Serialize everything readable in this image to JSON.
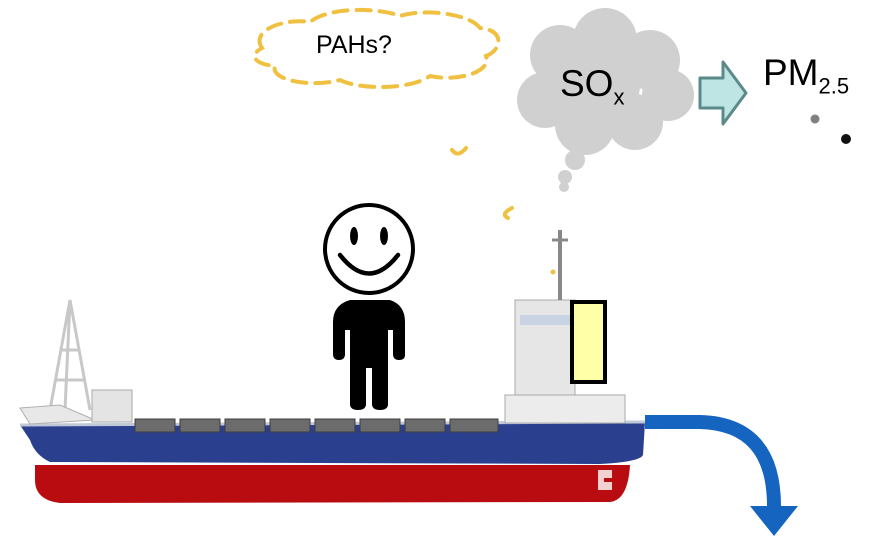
{
  "labels": {
    "pahs": "PAHs?",
    "sox_main": "SO",
    "sox_sub": "x",
    "pm_main": "PM",
    "pm_sub": "2.5"
  },
  "colors": {
    "hull_red": "#b80c10",
    "hull_blue": "#2b3f8f",
    "cloud_gray": "#d0d0d0",
    "dashed_cloud": "#f0c040",
    "arrow_fill": "#bfe4e4",
    "arrow_stroke": "#5a8a8a",
    "water_arrow": "#1565c0",
    "scrubber": "#ffffa8"
  },
  "icons": {
    "person": "smiley-person-icon",
    "ship": "container-ship-icon"
  }
}
